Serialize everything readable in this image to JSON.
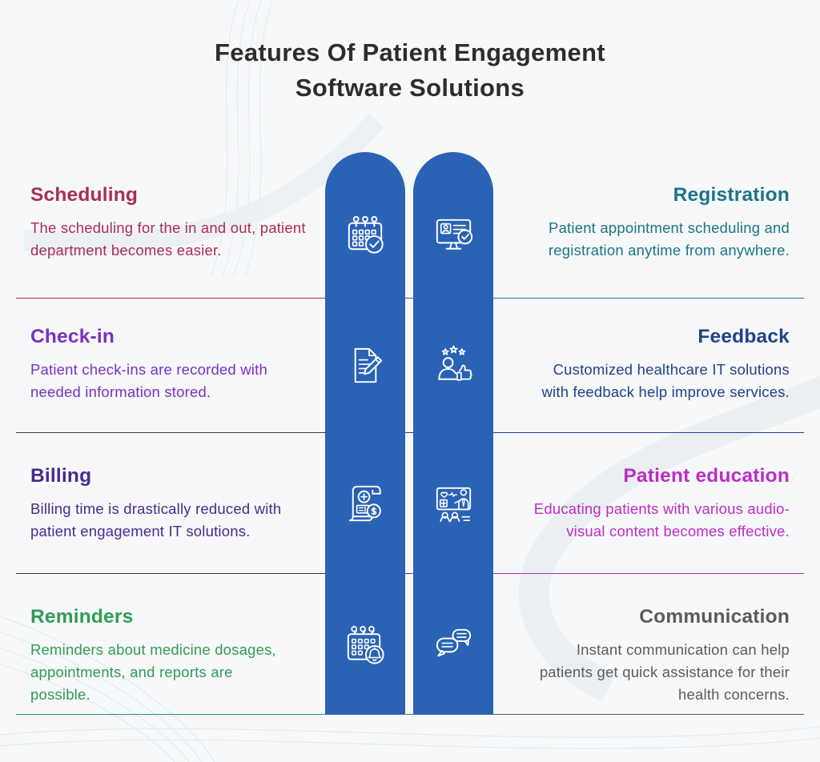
{
  "title": {
    "line1": "Features Of Patient Engagement",
    "line2": "Software Solutions"
  },
  "colors": {
    "title": "#2d2d2d",
    "pill": "#2a62b6",
    "background": "#f7f8f9"
  },
  "rows": [
    {
      "left": {
        "heading": "Scheduling",
        "description": "The scheduling for the in and out, patient department becomes easier.",
        "color": "#ab2d52",
        "divider_color": "#ab2d52",
        "icon": "calendar-check-icon"
      },
      "right": {
        "heading": "Registration",
        "description": "Patient appointment scheduling and registration anytime from anywhere.",
        "color": "#1b7489",
        "divider_color": "#1b7489",
        "icon": "monitor-registration-icon"
      }
    },
    {
      "left": {
        "heading": "Check-in",
        "description": "Patient check-ins are recorded with needed information stored.",
        "color": "#7b2fc1",
        "divider_color": "#3b3b3b",
        "icon": "document-pencil-icon"
      },
      "right": {
        "heading": "Feedback",
        "description": "Customized healthcare IT solutions with feedback help improve services.",
        "color": "#21418b",
        "divider_color": "#21418b",
        "icon": "feedback-thumbsup-icon"
      }
    },
    {
      "left": {
        "heading": "Billing",
        "description": "Billing time is drastically reduced with patient engagement IT solutions.",
        "color": "#452b90",
        "divider_color": "#4a2b55",
        "icon": "medical-bill-icon"
      },
      "right": {
        "heading": "Patient education",
        "description": "Educating patients with various audio-visual content becomes effective.",
        "color": "#be2bc8",
        "divider_color": "#a82bc8",
        "icon": "education-board-icon"
      }
    },
    {
      "left": {
        "heading": "Reminders",
        "description": "Reminders about medicine dosages, appointments, and reports are possible.",
        "color": "#2f9c55",
        "divider_color": "#2f9c55",
        "icon": "calendar-bell-icon"
      },
      "right": {
        "heading": "Communication",
        "description": "Instant communication can help patients get quick assistance for their health concerns.",
        "color": "#5b5b5b",
        "divider_color": "#5b5b5b",
        "icon": "chat-bubbles-icon"
      }
    }
  ]
}
